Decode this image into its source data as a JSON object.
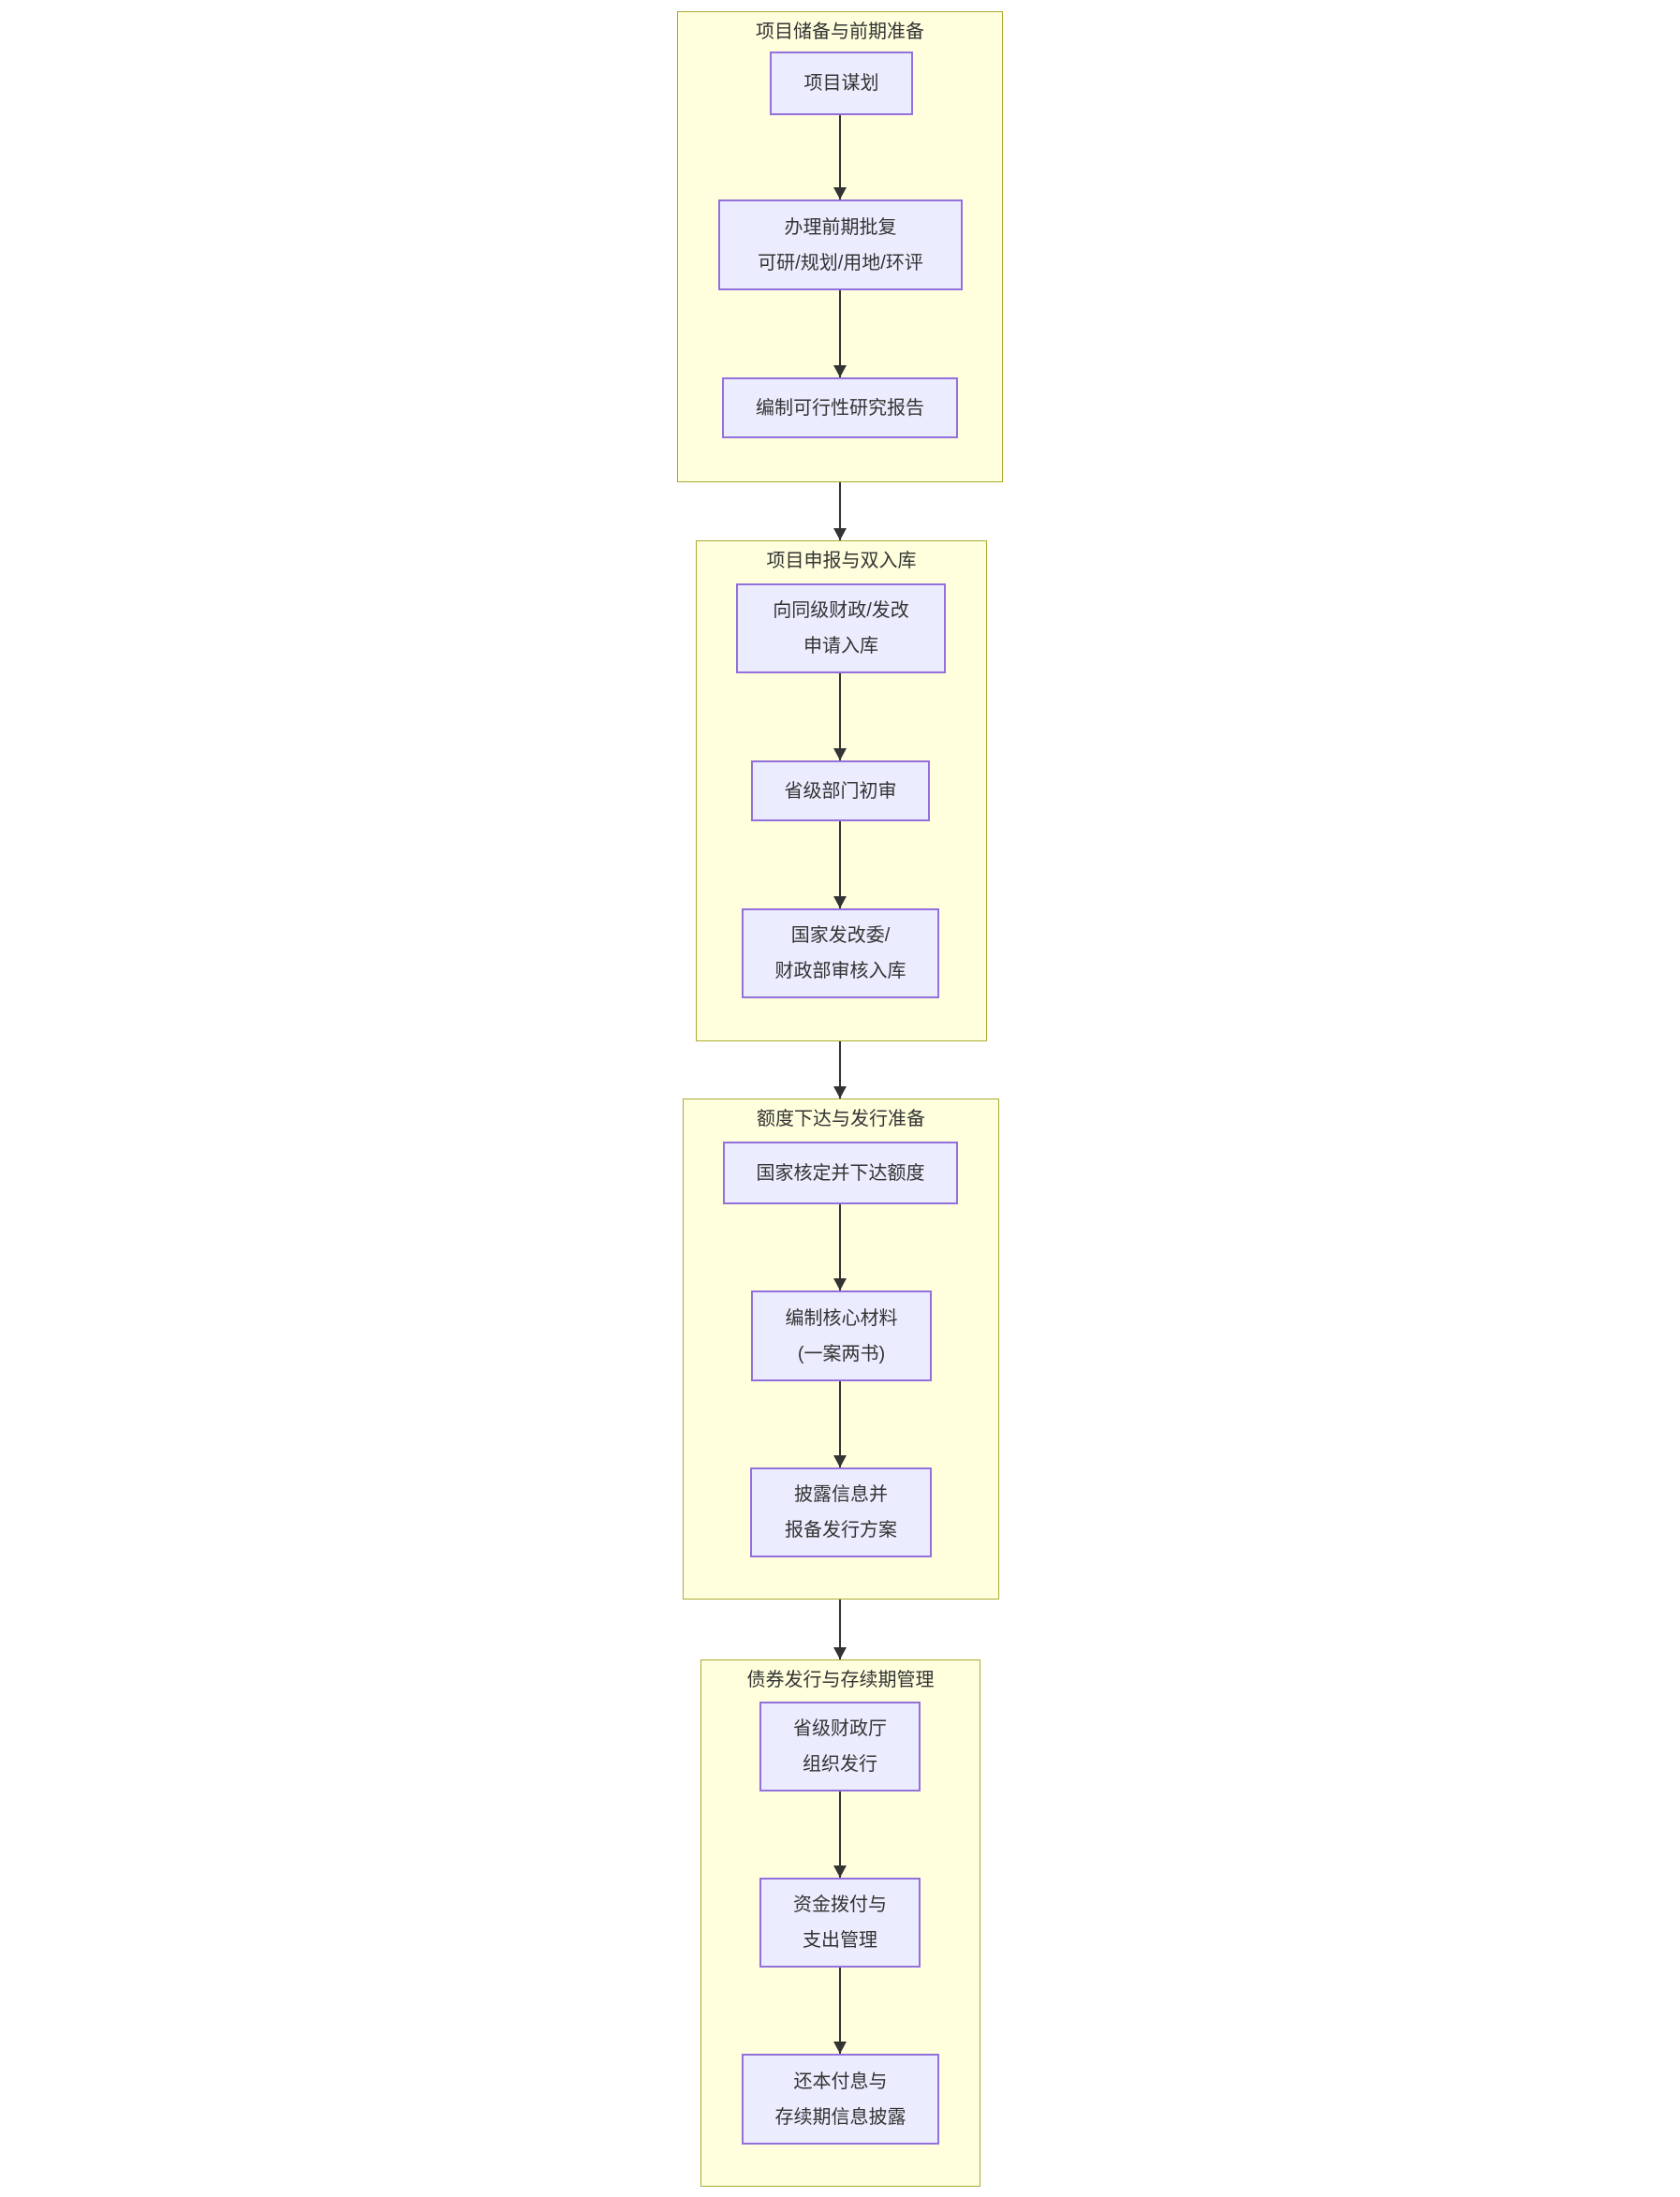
{
  "diagram": {
    "type": "flowchart",
    "direction": "top-down",
    "theme": {
      "cluster_fill": "#ffffde",
      "cluster_border": "#aaaa33",
      "node_fill": "#ececff",
      "node_border": "#9370db",
      "text_color": "#333333",
      "arrow_color": "#333333",
      "page_background": "#ffffff"
    }
  },
  "flowchart": {
    "sections": [
      {
        "title": "项目储备与前期准备",
        "nodes": [
          {
            "lines": [
              "项目谋划"
            ]
          },
          {
            "lines": [
              "办理前期批复",
              "可研/规划/用地/环评"
            ]
          },
          {
            "lines": [
              "编制可行性研究报告"
            ]
          }
        ],
        "edges": [
          {
            "from": 0,
            "to": 1
          },
          {
            "from": 1,
            "to": 2
          }
        ]
      },
      {
        "title": "项目申报与双入库",
        "nodes": [
          {
            "lines": [
              "向同级财政/发改",
              "申请入库"
            ]
          },
          {
            "lines": [
              "省级部门初审"
            ]
          },
          {
            "lines": [
              "国家发改委/",
              "财政部审核入库"
            ]
          }
        ],
        "edges": [
          {
            "from": 0,
            "to": 1
          },
          {
            "from": 1,
            "to": 2
          }
        ]
      },
      {
        "title": "额度下达与发行准备",
        "nodes": [
          {
            "lines": [
              "国家核定并下达额度"
            ]
          },
          {
            "lines": [
              "编制核心材料",
              "(一案两书)"
            ]
          },
          {
            "lines": [
              "披露信息并",
              "报备发行方案"
            ]
          }
        ],
        "edges": [
          {
            "from": 0,
            "to": 1
          },
          {
            "from": 1,
            "to": 2
          }
        ]
      },
      {
        "title": "债券发行与存续期管理",
        "nodes": [
          {
            "lines": [
              "省级财政厅",
              "组织发行"
            ]
          },
          {
            "lines": [
              "资金拨付与",
              "支出管理"
            ]
          },
          {
            "lines": [
              "还本付息与",
              "存续期信息披露"
            ]
          }
        ],
        "edges": [
          {
            "from": 0,
            "to": 1
          },
          {
            "from": 1,
            "to": 2
          }
        ]
      }
    ],
    "section_edges": [
      {
        "from": 0,
        "to": 1
      },
      {
        "from": 1,
        "to": 2
      },
      {
        "from": 2,
        "to": 3
      }
    ]
  }
}
